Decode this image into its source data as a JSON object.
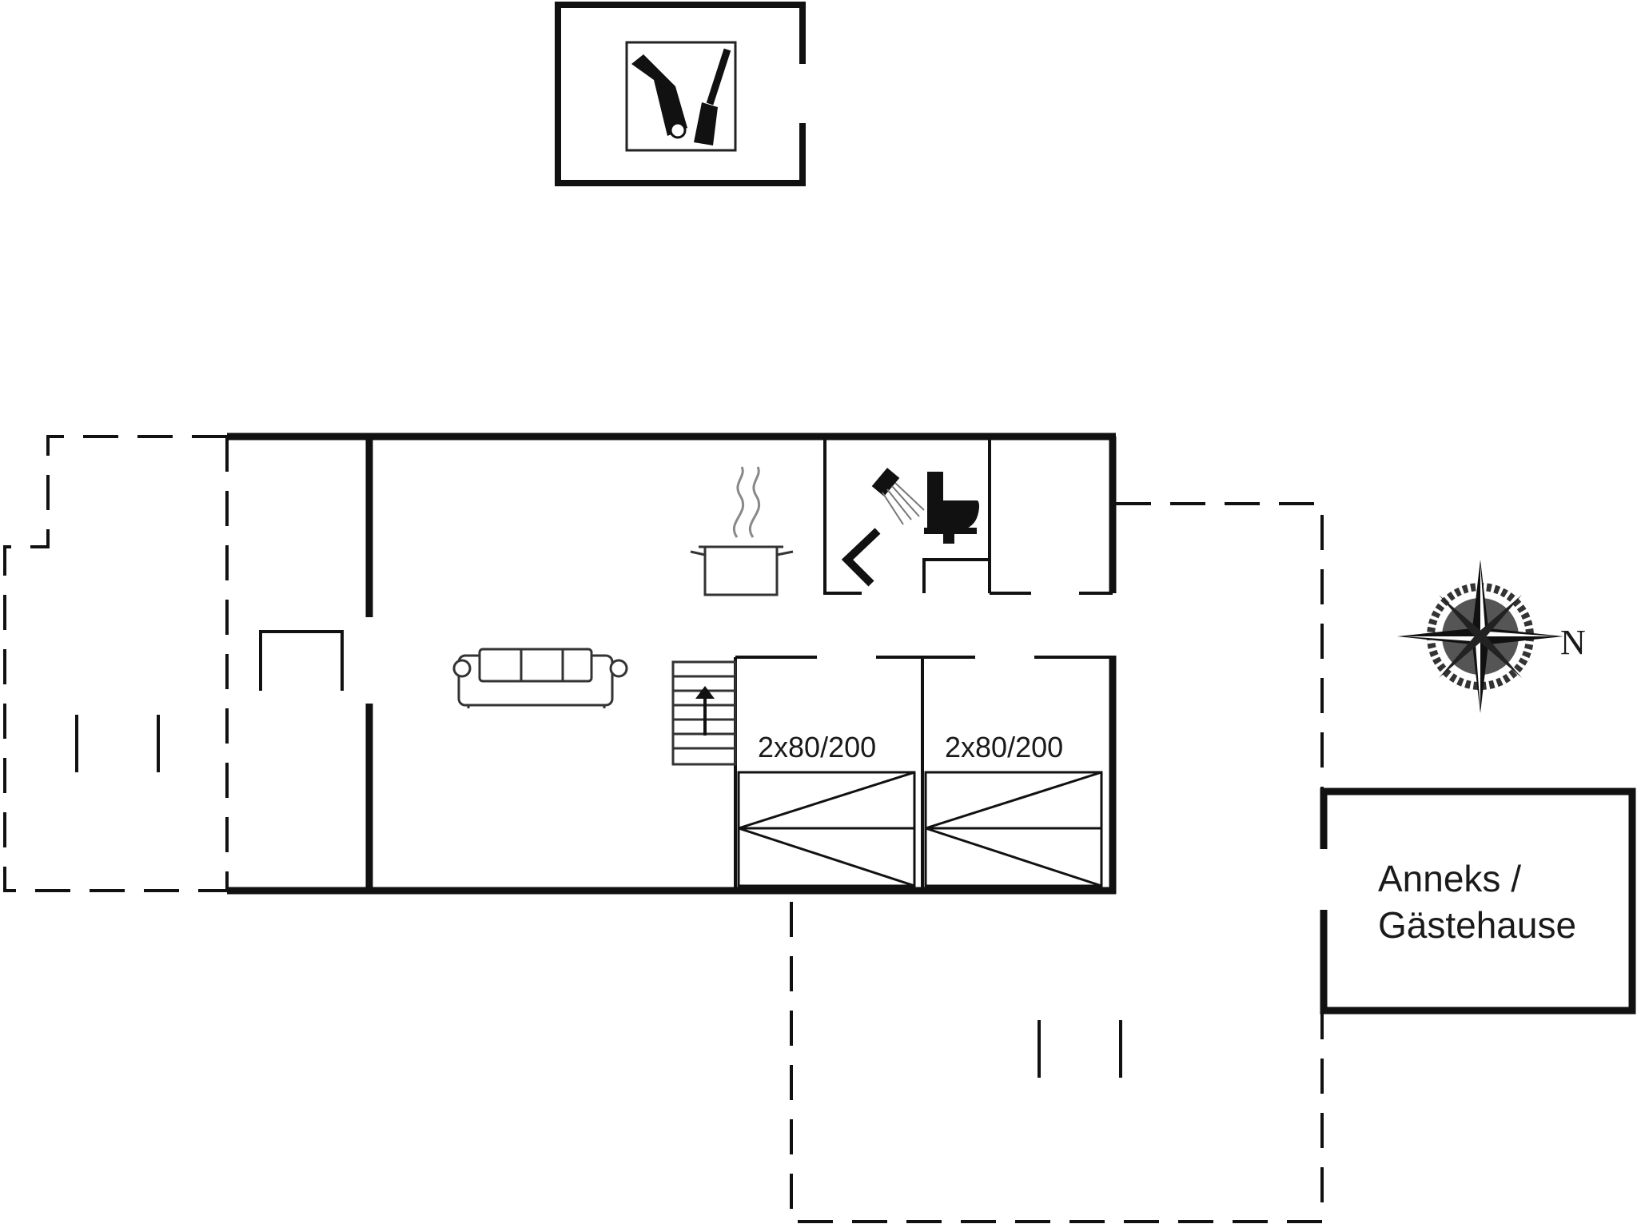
{
  "colors": {
    "wall": "#111111",
    "fixture": "#333333",
    "background": "#ffffff"
  },
  "rooms": {
    "bedroom_1": {
      "bed_label": "2x80/200"
    },
    "bedroom_2": {
      "bed_label": "2x80/200"
    }
  },
  "annex": {
    "line1": "Anneks /",
    "line2": "Gästehause"
  },
  "compass": {
    "north_label": "N"
  },
  "icons": [
    "garden-tools-icon",
    "kitchen-pot-icon",
    "shower-icon",
    "toilet-icon",
    "sofa-icon",
    "stairs-up-icon",
    "bed-icon",
    "compass-rose-icon"
  ]
}
